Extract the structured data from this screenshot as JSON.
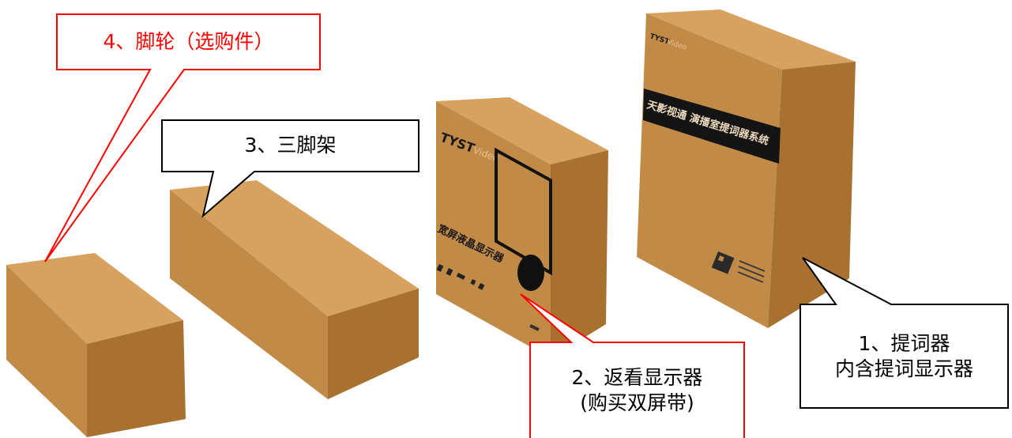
{
  "colors": {
    "box_top": "#d7a25f",
    "box_front": "#c28a47",
    "box_side": "#a9712f",
    "callout_red": "#ff0000",
    "callout_black": "#000000"
  },
  "callouts": {
    "casters": {
      "text": "4、脚轮（选购件）"
    },
    "tripod": {
      "text": "3、三脚架"
    },
    "monitor": {
      "line1": "2、返看显示器",
      "line2": "(购买双屏带)"
    },
    "prompter": {
      "line1": "1、提词器",
      "line2": "内含提词显示器"
    }
  },
  "printed": {
    "brand": "TYST",
    "brand_suffix": "Video",
    "monitor_box_title": "宽屏液晶显示器",
    "prompter_banner": "天影视通 演播室提词器系统"
  }
}
